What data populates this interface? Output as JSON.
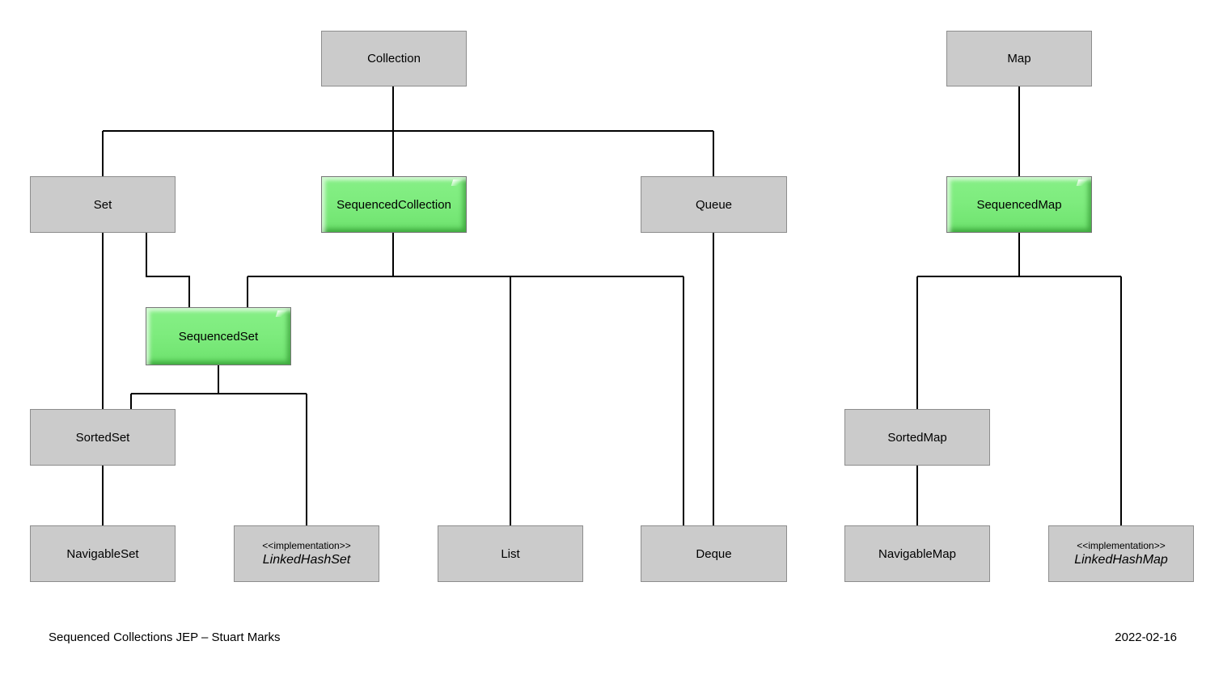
{
  "diagram": {
    "footer": {
      "title": "Sequenced Collections JEP – Stuart Marks",
      "date": "2022-02-16"
    },
    "colors": {
      "background": "#ffffff",
      "node_fill": "#cbcbcb",
      "node_border": "#8d8d8d",
      "highlight_fill": "#7dec7d",
      "highlight_border": "#767676",
      "edge": "#000000",
      "text": "#000000"
    },
    "nodes": {
      "collection": {
        "label": "Collection",
        "highlighted": false
      },
      "map": {
        "label": "Map",
        "highlighted": false
      },
      "set": {
        "label": "Set",
        "highlighted": false
      },
      "sequencedCollection": {
        "label": "SequencedCollection",
        "highlighted": true
      },
      "queue": {
        "label": "Queue",
        "highlighted": false
      },
      "sequencedMap": {
        "label": "SequencedMap",
        "highlighted": true
      },
      "sequencedSet": {
        "label": "SequencedSet",
        "highlighted": true
      },
      "sortedSet": {
        "label": "SortedSet",
        "highlighted": false
      },
      "sortedMap": {
        "label": "SortedMap",
        "highlighted": false
      },
      "navigableSet": {
        "label": "NavigableSet",
        "highlighted": false
      },
      "linkedHashSet": {
        "label": "LinkedHashSet",
        "stereotype": "<<implementation>>",
        "highlighted": false
      },
      "list": {
        "label": "List",
        "highlighted": false
      },
      "deque": {
        "label": "Deque",
        "highlighted": false
      },
      "navigableMap": {
        "label": "NavigableMap",
        "highlighted": false
      },
      "linkedHashMap": {
        "label": "LinkedHashMap",
        "stereotype": "<<implementation>>",
        "highlighted": false
      }
    },
    "edges": [
      {
        "from": "Collection",
        "to": "Set"
      },
      {
        "from": "Collection",
        "to": "SequencedCollection"
      },
      {
        "from": "Collection",
        "to": "Queue"
      },
      {
        "from": "Map",
        "to": "SequencedMap"
      },
      {
        "from": "Set",
        "to": "SortedSet"
      },
      {
        "from": "Set",
        "to": "SequencedSet"
      },
      {
        "from": "SequencedCollection",
        "to": "SequencedSet"
      },
      {
        "from": "SequencedCollection",
        "to": "List"
      },
      {
        "from": "SequencedCollection",
        "to": "Deque"
      },
      {
        "from": "Queue",
        "to": "Deque"
      },
      {
        "from": "SequencedSet",
        "to": "SortedSet"
      },
      {
        "from": "SequencedSet",
        "to": "LinkedHashSet"
      },
      {
        "from": "SortedSet",
        "to": "NavigableSet"
      },
      {
        "from": "SequencedMap",
        "to": "SortedMap"
      },
      {
        "from": "SequencedMap",
        "to": "LinkedHashMap"
      },
      {
        "from": "SortedMap",
        "to": "NavigableMap"
      }
    ]
  }
}
